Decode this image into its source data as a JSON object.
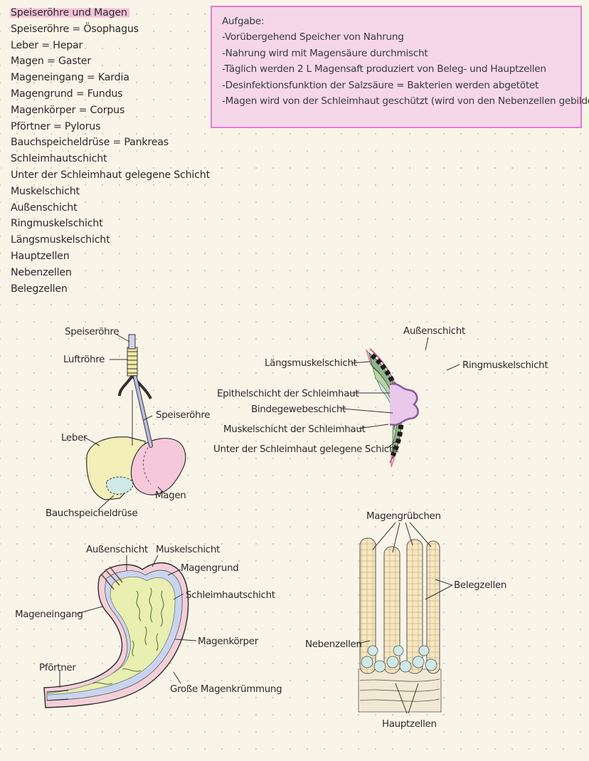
{
  "vocab": {
    "heading": "Speiseröhre und Magen",
    "items": [
      "Speiseröhre = Ösophagus",
      "Leber = Hepar",
      "Magen = Gaster",
      "Mageneingang = Kardia",
      "Magengrund = Fundus",
      "Magenkörper = Corpus",
      "Pförtner = Pylorus",
      "Bauchspeicheldrüse = Pankreas",
      "Schleimhautschicht",
      "Unter der Schleimhaut gelegene Schicht",
      "Muskelschicht",
      "Außenschicht",
      "Ringmuskelschicht",
      "Längsmuskelschicht",
      "Hauptzellen",
      "Nebenzellen",
      "Belegzellen"
    ]
  },
  "task": {
    "title": "Aufgabe:",
    "points": [
      "-Vorübergehend Speicher von Nahrung",
      "-Nahrung wird mit Magensäure durchmischt",
      "-Täglich werden 2 L Magensaft produziert von Beleg- und Hauptzellen",
      "-Desinfektionsfunktion der Salzsäure = Bakterien werden abgetötet",
      "-Magen wird von der Schleimhaut geschützt (wird von den Nebenzellen gebildet)"
    ]
  },
  "diagram_organs": {
    "labels": [
      "Speiseröhre",
      "Luftröhre",
      "Speiseröhre",
      "Leber",
      "Magen",
      "Bauchspeicheldrüse"
    ]
  },
  "diagram_wall": {
    "labels": [
      "Außenschicht",
      "Längsmuskelschicht",
      "Ringmuskelschicht",
      "Epithelschicht der Schleimhaut",
      "Bindegewebeschicht",
      "Muskelschicht der Schleimhaut",
      "Unter der Schleimhaut gelegene Schicht"
    ]
  },
  "diagram_stomach": {
    "labels": [
      "Außenschicht",
      "Muskelschicht",
      "Magengrund",
      "Schleimhautschicht",
      "Mageneingang",
      "Magenkörper",
      "Pförtner",
      "Große Magenkrümmung"
    ]
  },
  "diagram_cells": {
    "labels": [
      "Magengrübchen",
      "Belegzellen",
      "Nebenzellen",
      "Hauptzellen"
    ]
  },
  "colors": {
    "page": "#f8f4e8",
    "task_border": "#e37bd4",
    "task_fill": "#f6d7e8",
    "highlight": "#f3c2d6",
    "liver": "#f4efb8",
    "stomach_pink": "#f5c8da",
    "pancreas": "#cfe9e7",
    "mucosa": "#e9efb0",
    "muscle": "#8fb58a"
  }
}
